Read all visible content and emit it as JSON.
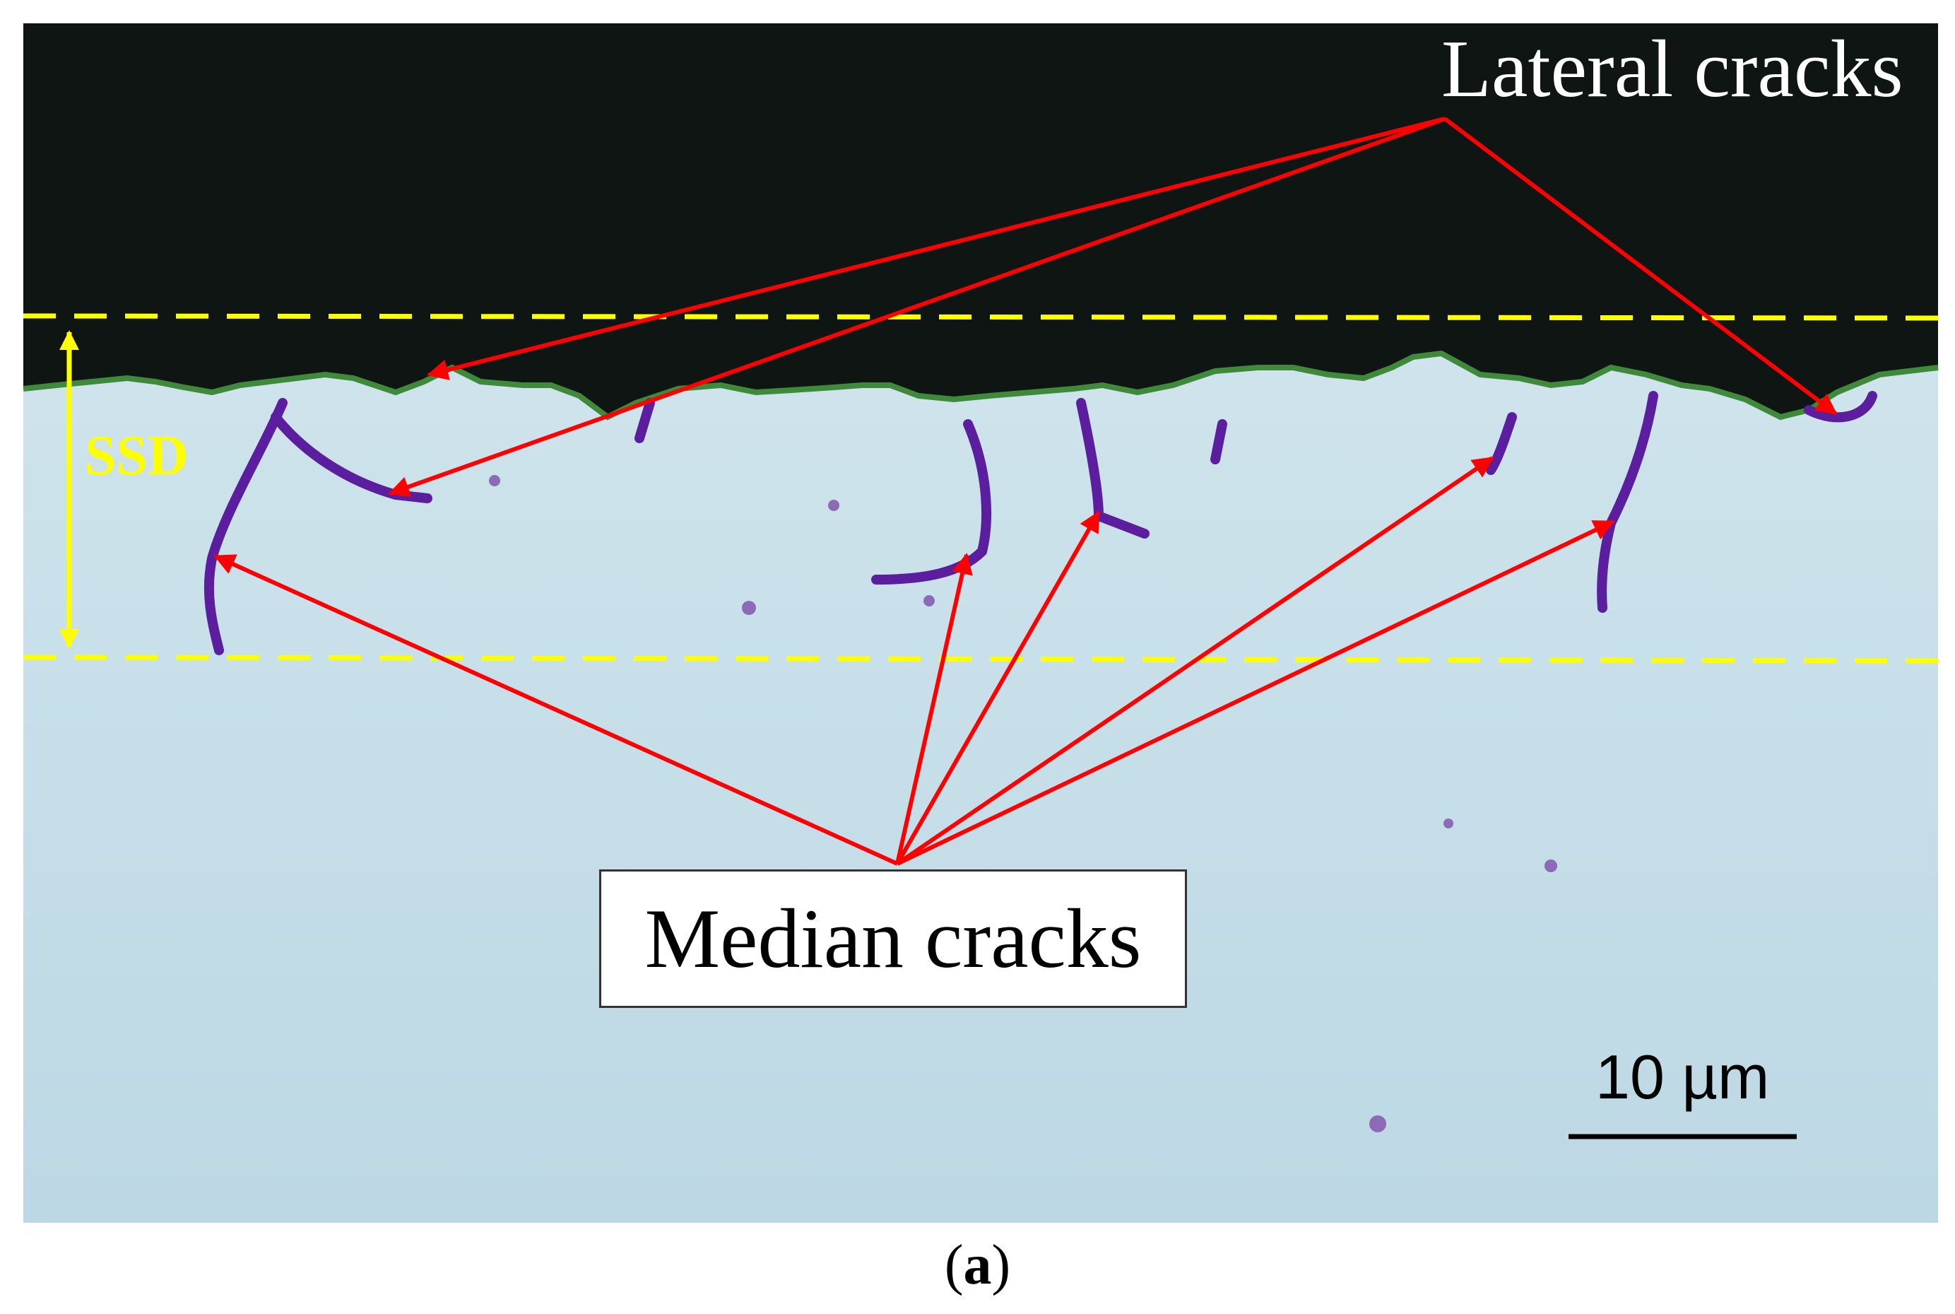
{
  "labels": {
    "lateral": "Lateral cracks",
    "ssd": "SSD",
    "median": "Median cracks",
    "scale": "10 µm",
    "caption_open": "(",
    "caption_letter": "a",
    "caption_close": ")"
  },
  "colors": {
    "arrow": "#ff0000",
    "ssd_marker": "#ffff00",
    "background_dark": "#0f1512",
    "substrate": "#c1dde8",
    "crack": "#5a1e9e",
    "edge_green": "#3f8a3a"
  }
}
